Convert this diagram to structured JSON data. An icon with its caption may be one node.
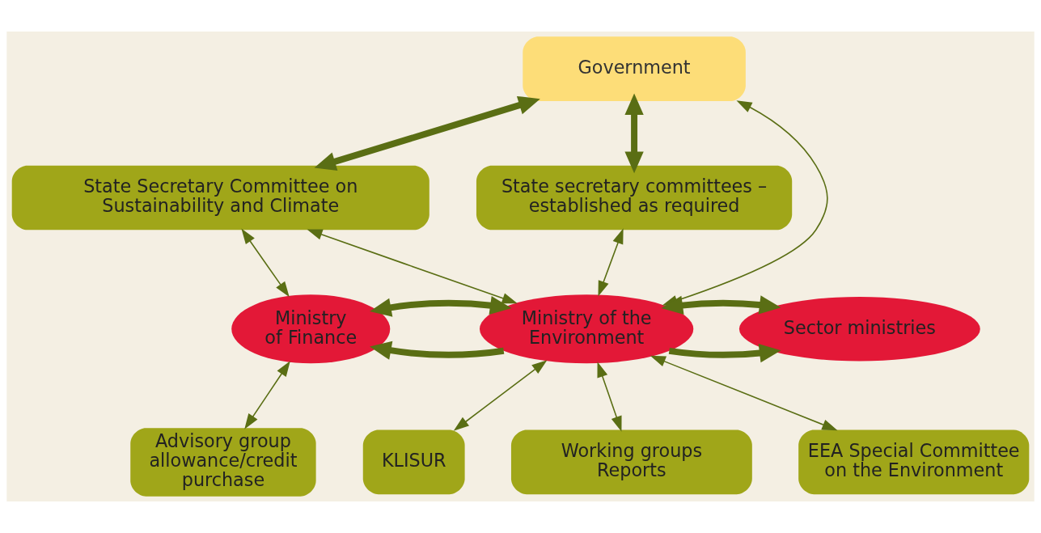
{
  "diagram": {
    "nodes": [
      {
        "text": [
          "Government"
        ]
      },
      {
        "text": [
          "State Secretary Committee on Sustainability and Climate"
        ]
      },
      {
        "text": [
          "State secretary committees – established as required"
        ]
      },
      {
        "text": [
          "Ministry of Finance"
        ]
      },
      {
        "text": [
          "Ministry of the Environment"
        ]
      },
      {
        "text": [
          "Sector ministries"
        ]
      },
      {
        "text": [
          "Advisory group allowance/credit purchase"
        ]
      },
      {
        "text": [
          "KLISUR"
        ]
      },
      {
        "text": [
          "Working groups Reports"
        ]
      },
      {
        "text": [
          "EEA Special Committee on the Environment"
        ]
      }
    ],
    "edges": [
      {
        "from": 0,
        "to": 1,
        "arrow": "both",
        "style": "thick"
      },
      {
        "from": 0,
        "to": 2,
        "arrow": "both",
        "style": "thick"
      },
      {
        "from": 0,
        "to": 4,
        "arrow": "both"
      },
      {
        "from": 1,
        "to": 3,
        "arrow": "both"
      },
      {
        "from": 1,
        "to": 4,
        "arrow": "both"
      },
      {
        "from": 2,
        "to": 4,
        "arrow": "both"
      },
      {
        "from": 4,
        "to": 3,
        "arrow": "to",
        "style": "thick"
      },
      {
        "from": 4,
        "to": 5,
        "arrow": "to",
        "style": "thick"
      },
      {
        "from": 3,
        "to": 4,
        "arrow": "both",
        "style": "thick"
      },
      {
        "from": 4,
        "to": 5,
        "arrow": "both",
        "style": "thick"
      },
      {
        "from": 3,
        "to": 6,
        "arrow": "both"
      },
      {
        "from": 4,
        "to": 7,
        "arrow": "both"
      },
      {
        "from": 4,
        "to": 8,
        "arrow": "both"
      },
      {
        "from": 4,
        "to": 9,
        "arrow": "both"
      }
    ]
  }
}
